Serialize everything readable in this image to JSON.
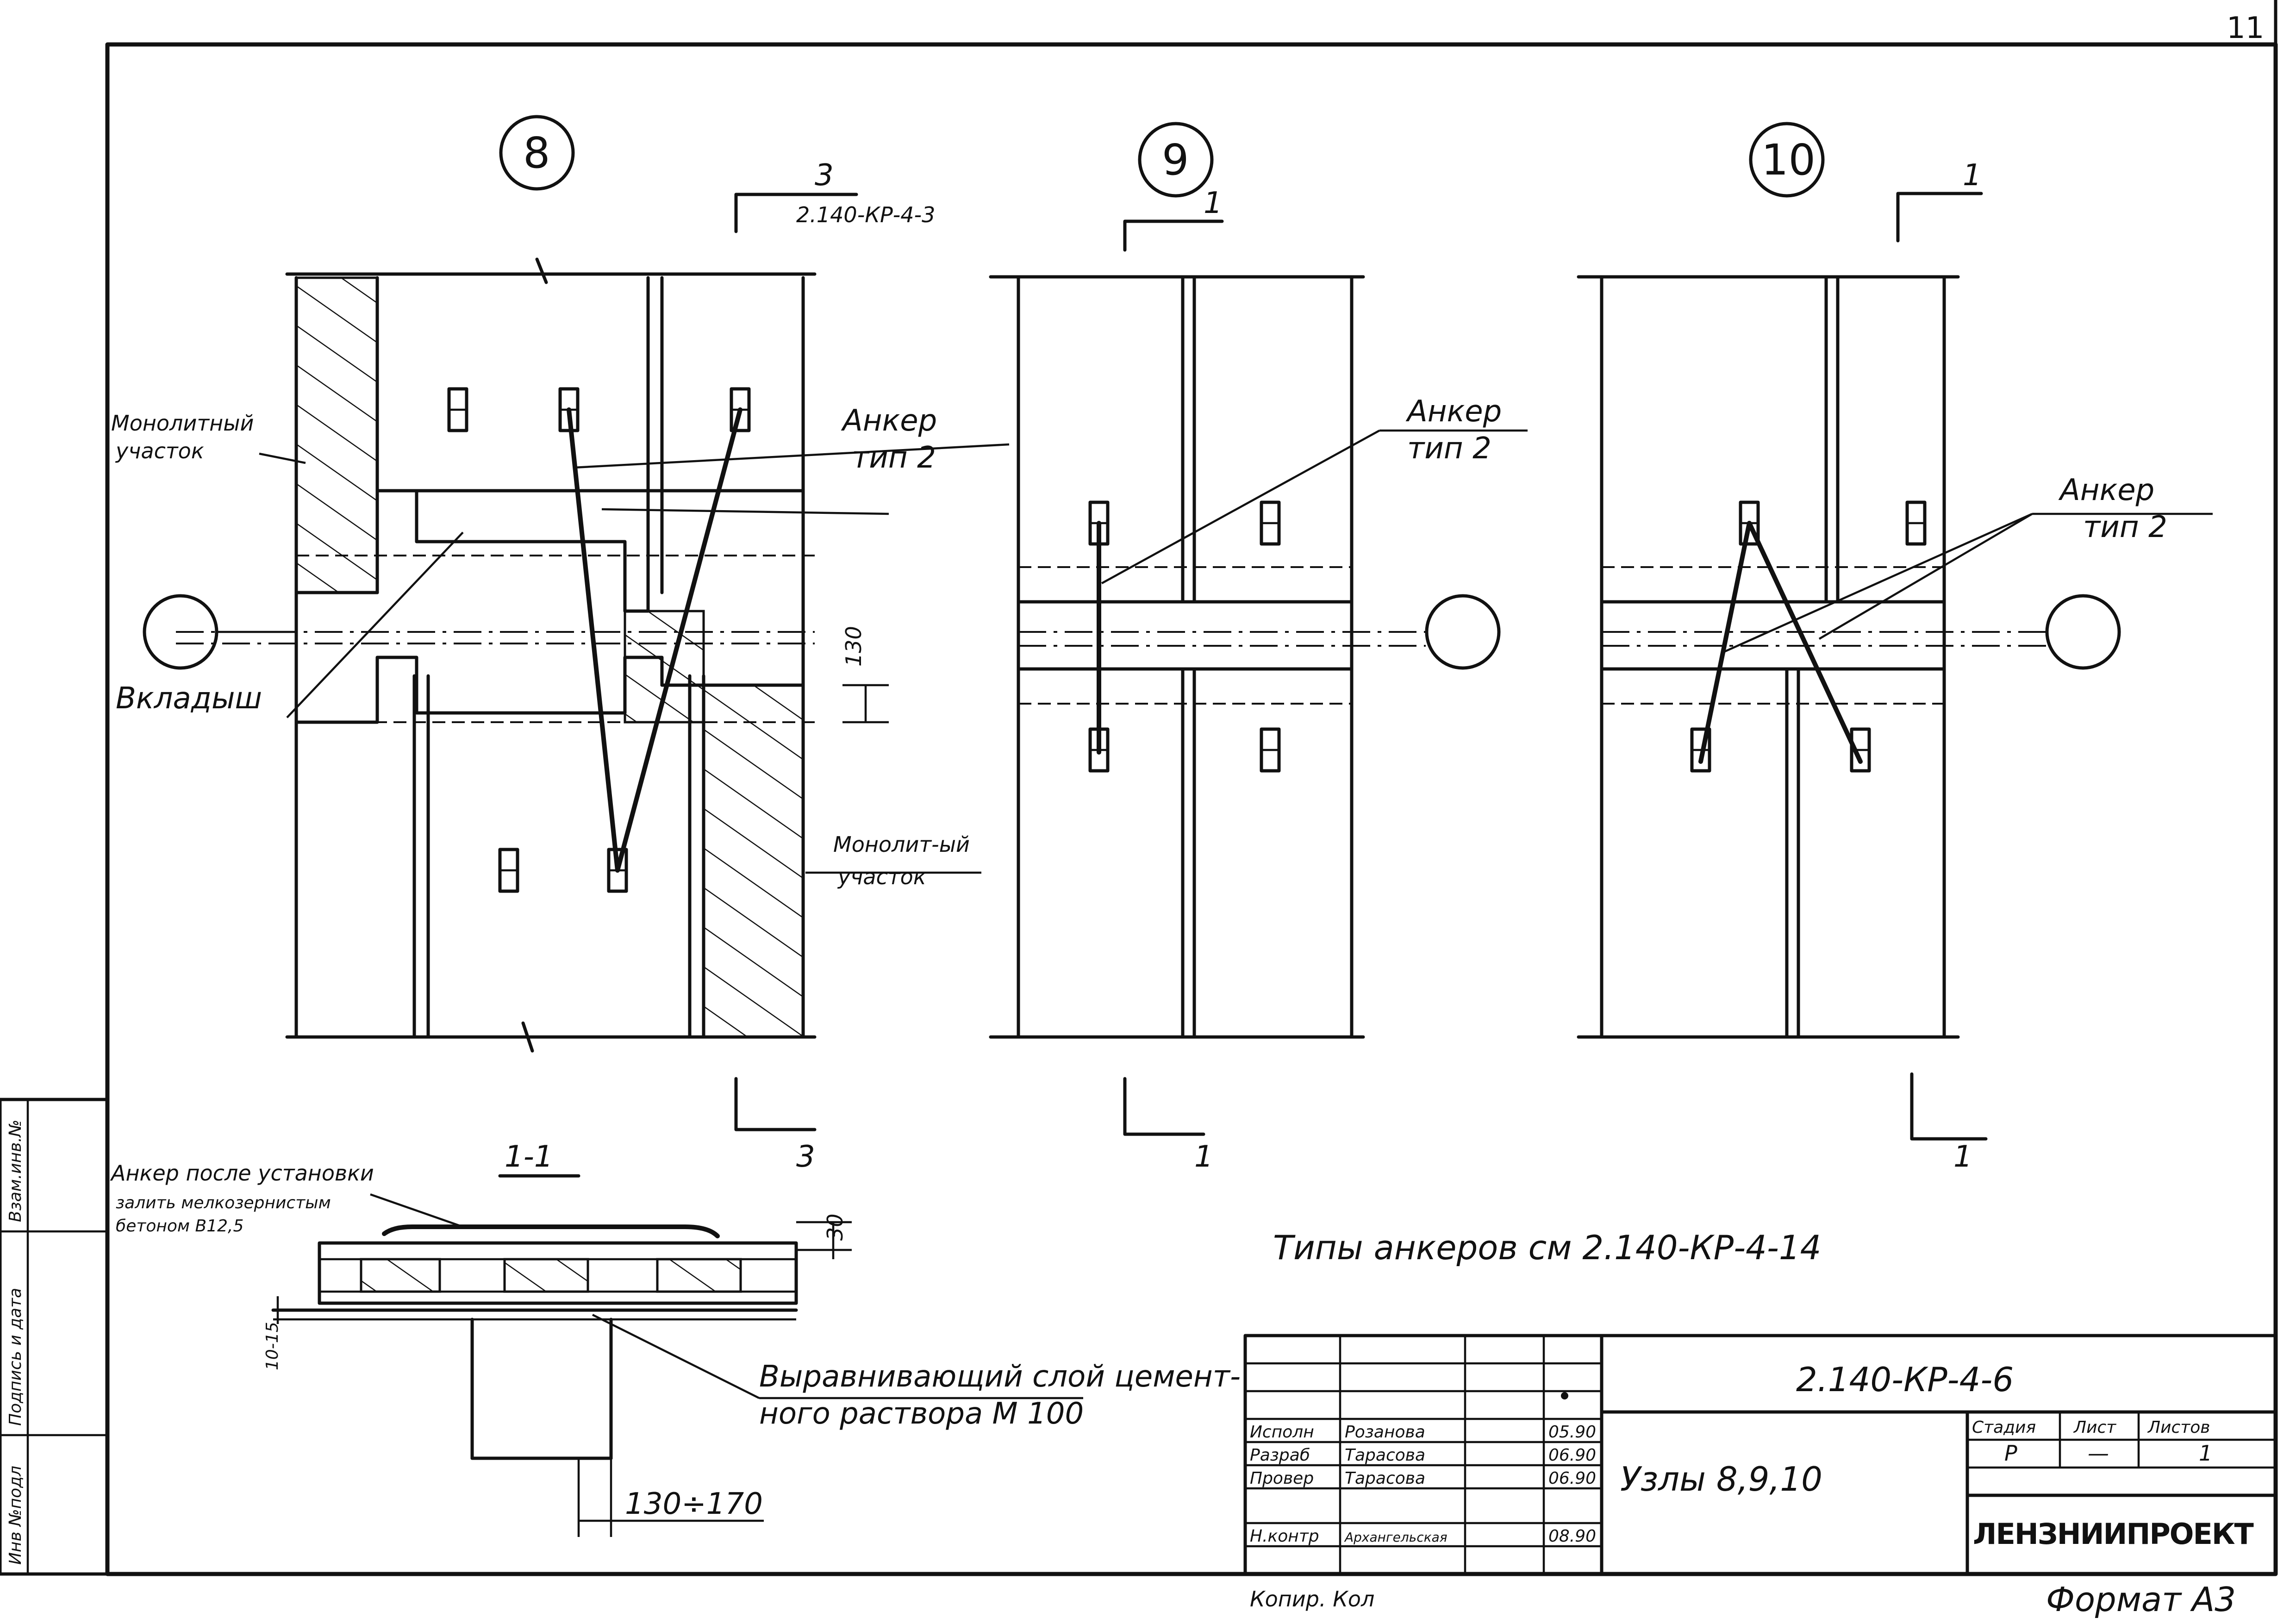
{
  "sheet_number": "11",
  "nodes": [
    {
      "id": "node-8",
      "number": "8"
    },
    {
      "id": "node-9",
      "number": "9"
    },
    {
      "id": "node-10",
      "number": "10"
    }
  ],
  "section_refs": {
    "node8_top_num": "3",
    "node8_top_ref": "2.140-КР-4-3",
    "node8_bottom_num": "3",
    "node9_top_num": "1",
    "node9_bottom_num": "1",
    "node10_top_num": "1",
    "node10_bottom_num": "1"
  },
  "labels": {
    "monolith_top": [
      "Монолитный",
      "участок"
    ],
    "monolith_bottom": [
      "Монолит-ый",
      "участок"
    ],
    "vkladysh": "Вкладыш",
    "anchor_8": [
      "Анкер",
      "тип 2"
    ],
    "anchor_9": [
      "Анкер",
      "тип 2"
    ],
    "anchor_10": [
      "Анкер",
      "тип 2"
    ],
    "dim_130": "130",
    "dim_30": "30",
    "dim_10_15": "10-15",
    "dim_130_170": "130÷170"
  },
  "section": {
    "title": "1-1",
    "note_lines": [
      "Анкер после установки",
      "залить мелкозернистым",
      "бетоном В12,5"
    ],
    "leveling_note": [
      "Выравнивающий слой цемент-",
      "ного раствора М 100"
    ]
  },
  "anchor_types_note": "Типы анкеров см 2.140-КР-4-14",
  "side_stamp": [
    "Инв №подл",
    "Подпись и дата",
    "Взам.инв.№"
  ],
  "title_block": {
    "doc_code": "2.140-КР-4-6",
    "title": "Узлы 8,9,10",
    "rows": [
      {
        "role": "Исполн",
        "name": "Розанова",
        "date": "05.90"
      },
      {
        "role": "Разраб",
        "name": "Тарасова",
        "date": "06.90"
      },
      {
        "role": "Провер",
        "name": "Тарасова",
        "date": "06.90"
      },
      {
        "role": "Н.контр",
        "name": "Архангельская",
        "date": "08.90"
      }
    ],
    "stage_header": "Стадия",
    "sheet_header": "Лист",
    "sheets_header": "Листов",
    "stage": "Р",
    "sheet": "—",
    "sheets": "1",
    "org": "ЛЕНЗНИИПРОЕКТ"
  },
  "footer": {
    "copied": "Копир. Кол",
    "format": "Формат А3"
  }
}
